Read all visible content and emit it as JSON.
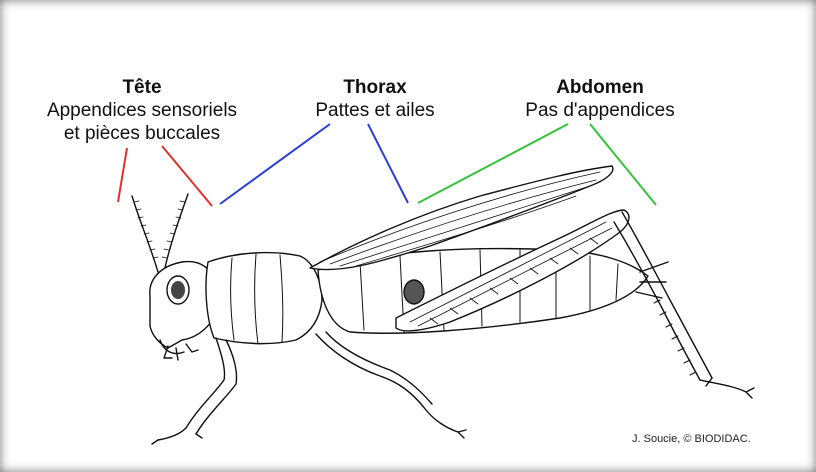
{
  "labels": {
    "head": {
      "title": "Tête",
      "line1": "Appendices sensoriels",
      "line2": "et pièces buccales"
    },
    "thorax": {
      "title": "Thorax",
      "line1": "Pattes et ailes"
    },
    "abdomen": {
      "title": "Abdomen",
      "line1": "Pas d'appendices"
    }
  },
  "credit": "J. Soucie, © BIODIDAC.",
  "colors": {
    "head_lines": "#e53030",
    "thorax_lines": "#2a3fd8",
    "abdomen_lines": "#35c23a"
  }
}
